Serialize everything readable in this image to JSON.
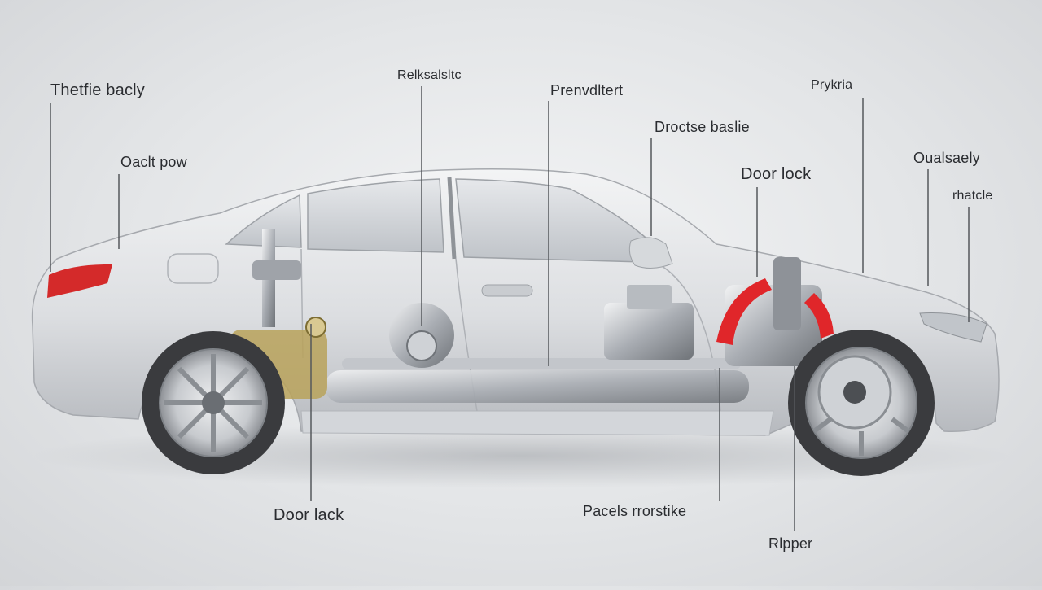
{
  "callouts": [
    {
      "id": "throttle-body",
      "text": "Thetfie bacly"
    },
    {
      "id": "rear-top-left",
      "text": "Oaclt pow"
    },
    {
      "id": "center-top",
      "text": "Relksalsltc"
    },
    {
      "id": "mid-top",
      "text": "Prenvdltert"
    },
    {
      "id": "front-top-1",
      "text": "Droctse baslie"
    },
    {
      "id": "door-lock-top",
      "text": "Door lock"
    },
    {
      "id": "far-right-top",
      "text": "Prykria"
    },
    {
      "id": "right-1",
      "text": "Oualsaely"
    },
    {
      "id": "right-2",
      "text": "rhatcle"
    },
    {
      "id": "door-lock-bottom",
      "text": "Door lack"
    },
    {
      "id": "bottom-center",
      "text": "Pacels rrorstike"
    },
    {
      "id": "bottom-right",
      "text": "Rlpper"
    }
  ],
  "colors": {
    "body": "#dfe1e4",
    "body_shadow": "#b9bcc1",
    "glass": "#c9ccd1",
    "tail_light": "#d42a2a",
    "brake_accent": "#e0262a",
    "mechanical": "#9ea2a8",
    "brass": "#b9a25a",
    "tire": "#3a3b3e",
    "leader_line": "#55585c"
  }
}
